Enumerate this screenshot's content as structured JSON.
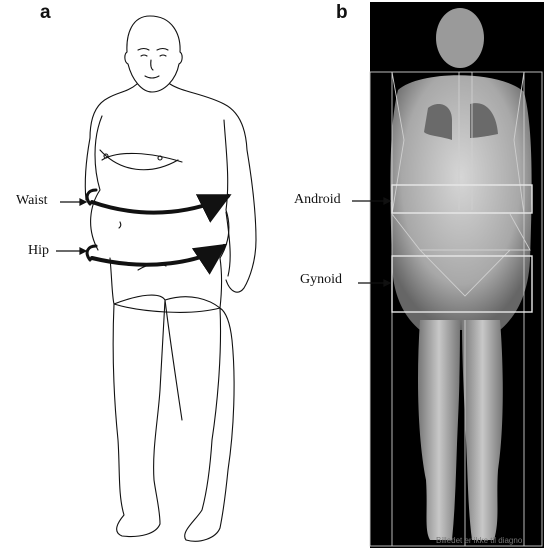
{
  "panels": {
    "a": {
      "letter": "a",
      "labels": {
        "waist": "Waist",
        "hip": "Hip"
      }
    },
    "b": {
      "letter": "b",
      "labels": {
        "android": "Android",
        "gynoid": "Gynoid"
      },
      "watermark": "Billedet er ikke til diagno"
    }
  },
  "colors": {
    "background": "#ffffff",
    "scan_background": "#000000",
    "line": "#111111"
  }
}
